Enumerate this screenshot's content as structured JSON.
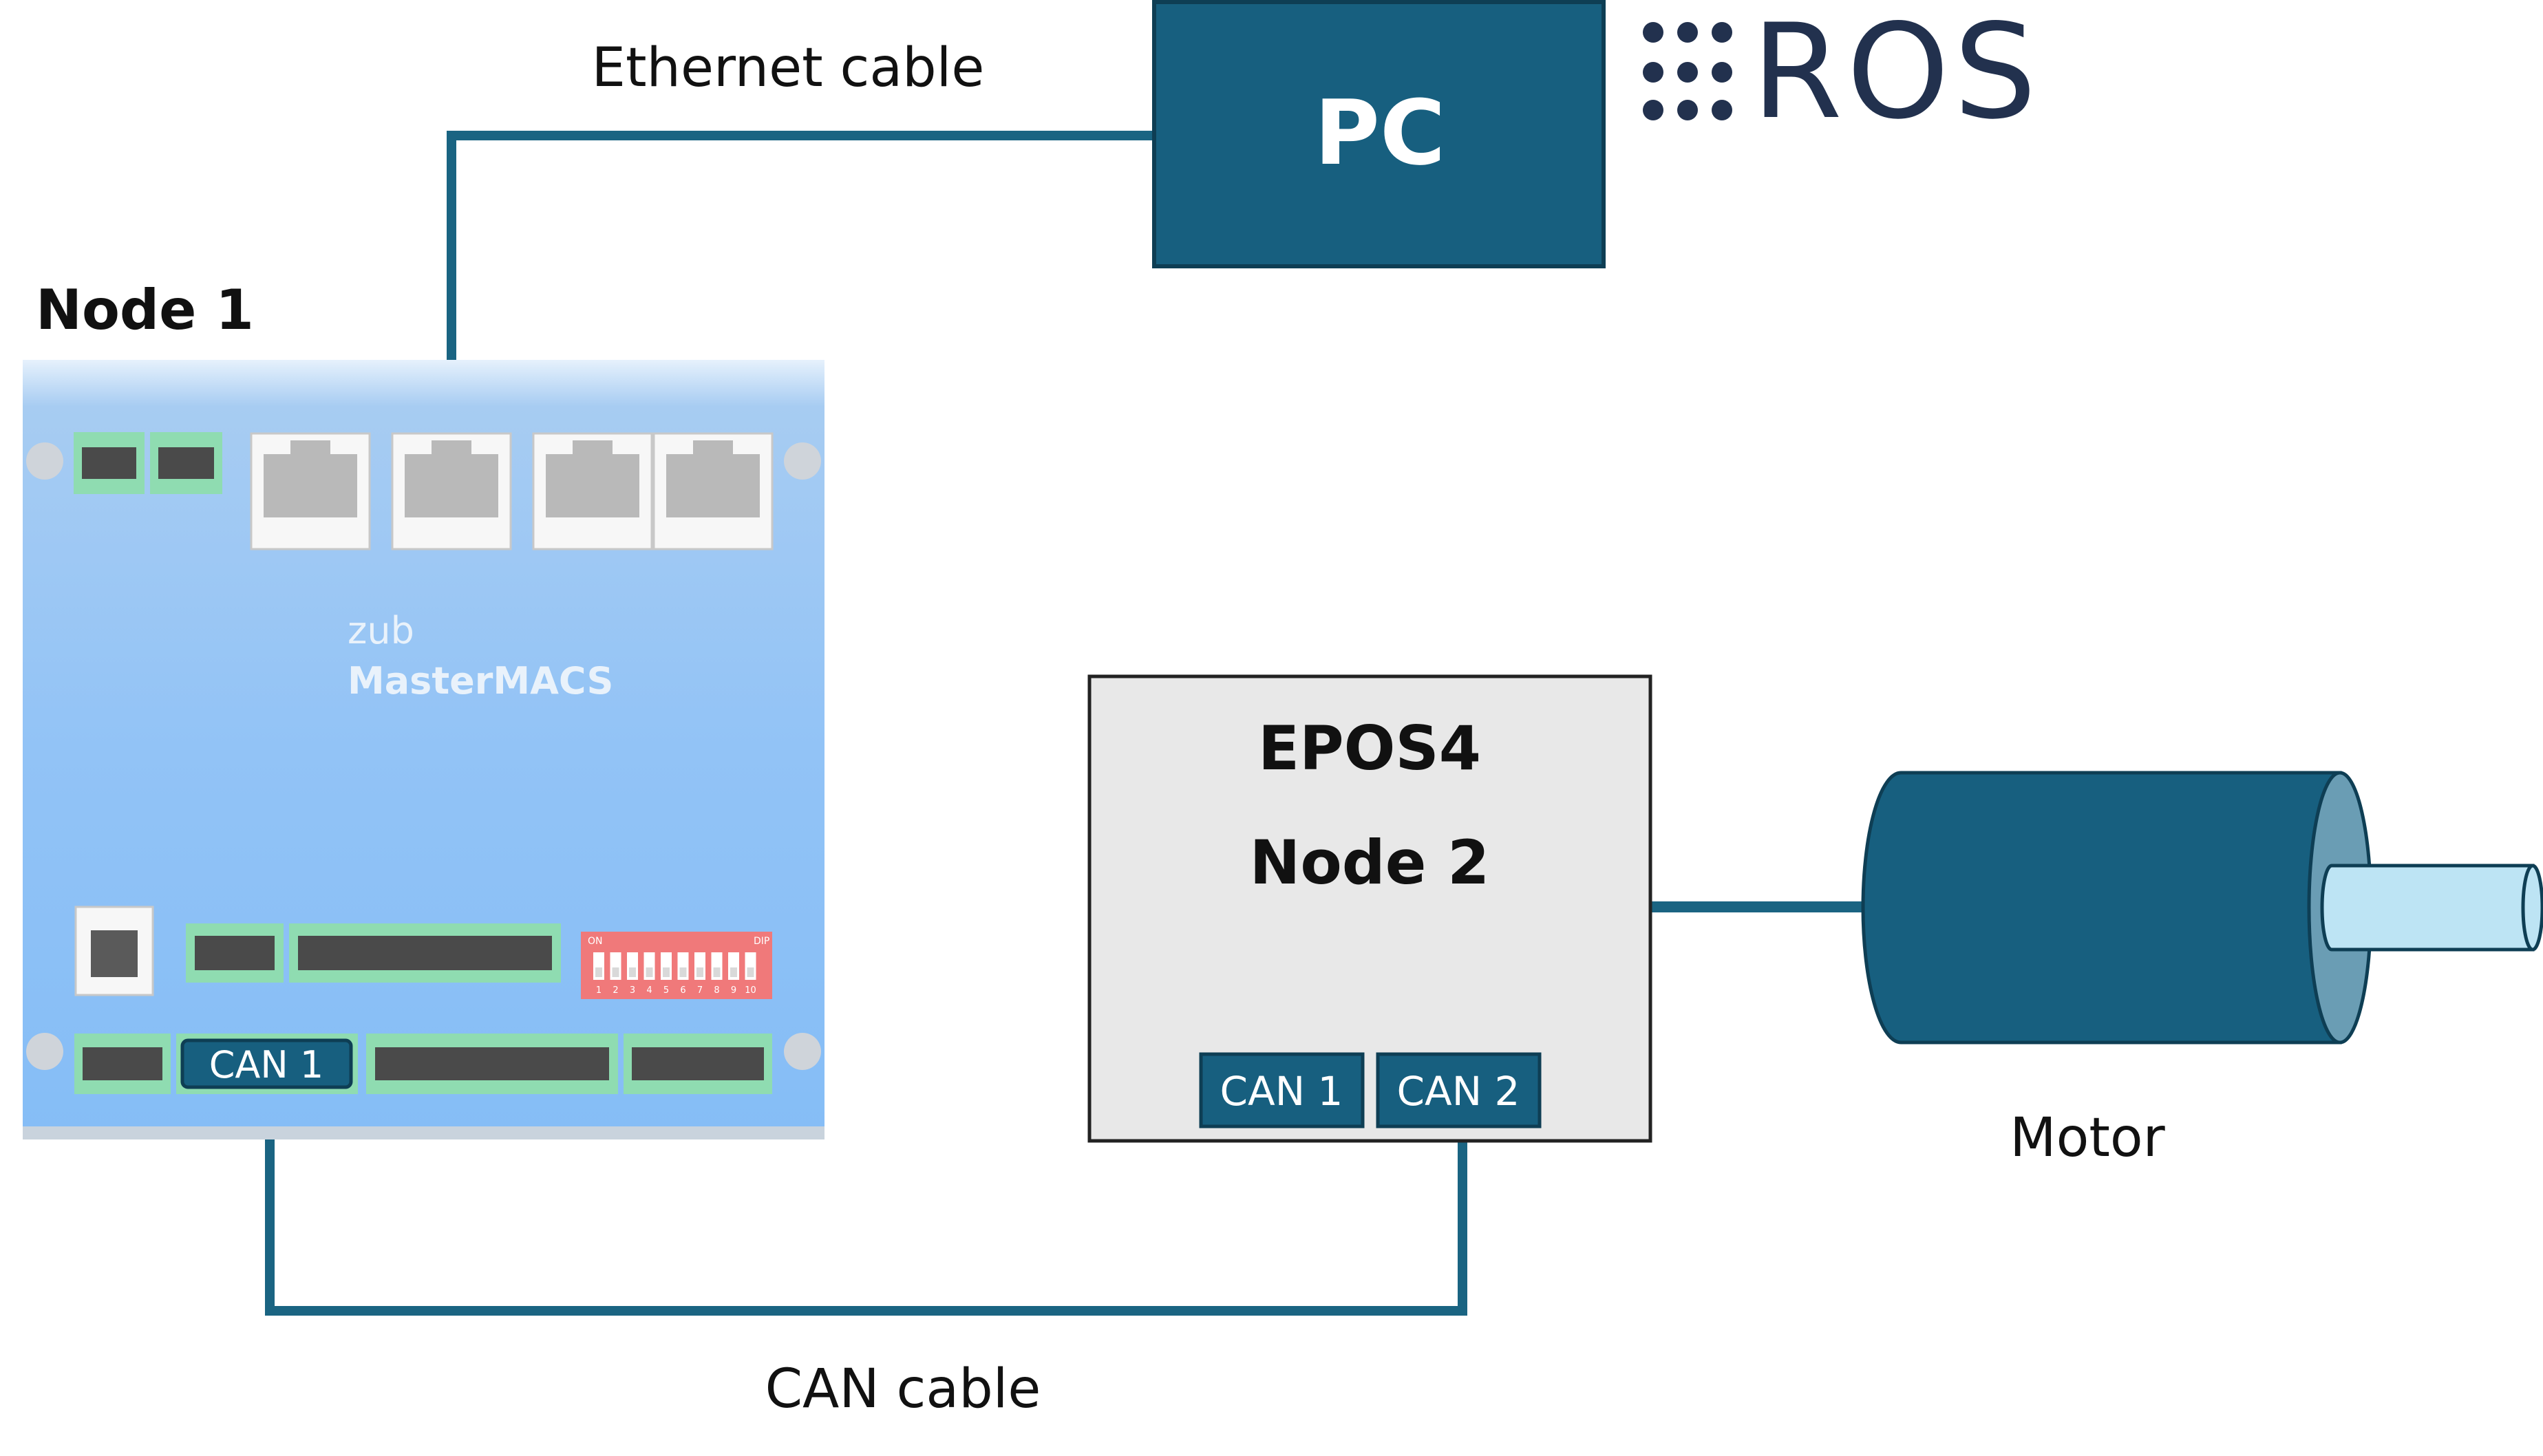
{
  "labels": {
    "ethernet_cable": "Ethernet cable",
    "can_cable": "CAN cable",
    "motor": "Motor"
  },
  "pc": {
    "label": "PC"
  },
  "ros_logo": {
    "text": "ROS",
    "icon": "ros-dots-icon"
  },
  "node1": {
    "title": "Node 1",
    "brand_line1": "zub",
    "brand_line2": "MasterMACS",
    "can_port": "CAN 1",
    "dip_on": "ON",
    "dip_name": "DIP",
    "dip_numbers": [
      "1",
      "2",
      "3",
      "4",
      "5",
      "6",
      "7",
      "8",
      "9",
      "10"
    ]
  },
  "node2": {
    "title_line1": "EPOS4",
    "title_line2": "Node 2",
    "port1": "CAN 1",
    "port2": "CAN 2"
  },
  "colors": {
    "accent": "#175f7f",
    "cable": "#1a6482",
    "board": "#8cc0f5",
    "board_light": "#e8f2fd",
    "connector": "#8fdcb1",
    "dip": "#f0797a",
    "epos_bg": "#e8e8e8",
    "motor_shaft": "#bde4f4",
    "motor_cap": "#6a9db4",
    "ros_text": "#22314e"
  }
}
